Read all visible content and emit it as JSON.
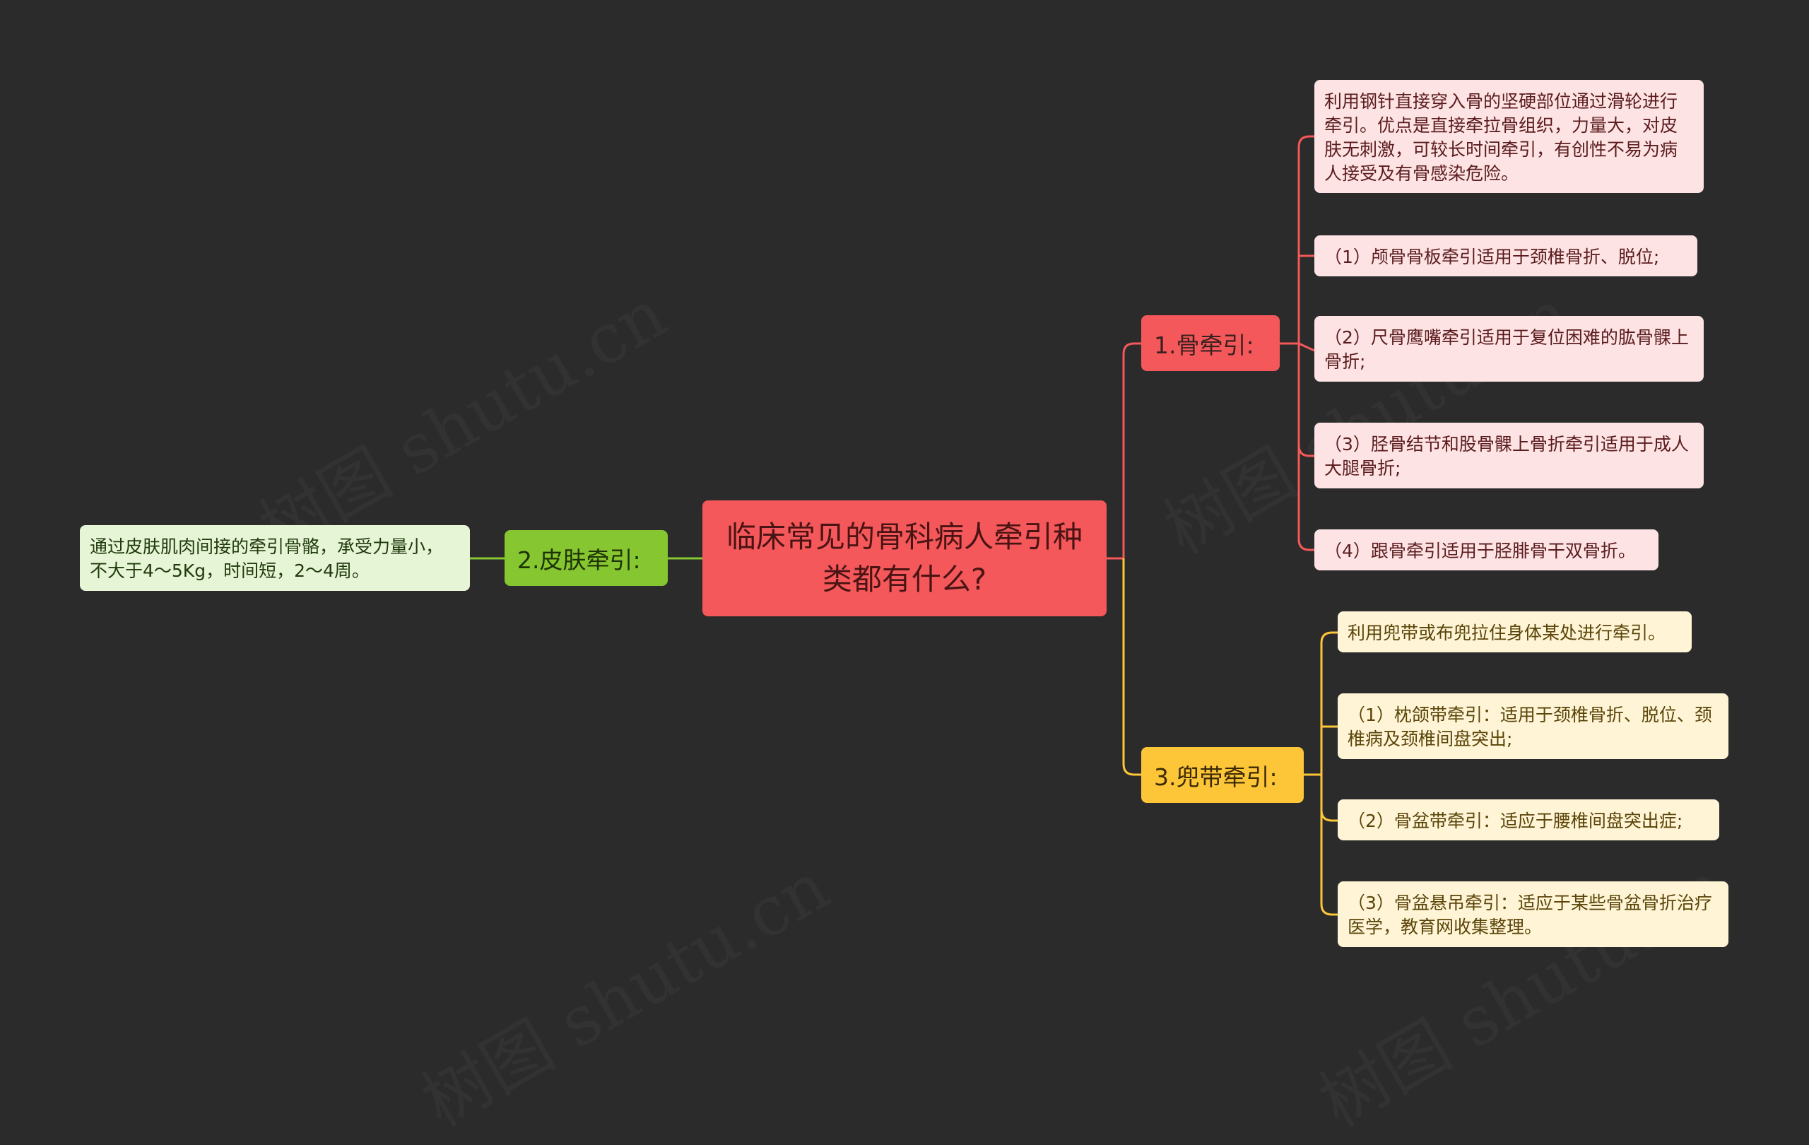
{
  "center": {
    "title": "临床常见的骨科病人牵引种类都有什么?"
  },
  "branches": {
    "bone": {
      "label": "1.骨牵引:",
      "items": [
        "利用钢针直接穿入骨的坚硬部位通过滑轮进行牵引。优点是直接牵拉骨组织，力量大，对皮肤无刺激，可较长时间牵引，有创性不易为病人接受及有骨感染危险。",
        "（1）颅骨骨板牵引适用于颈椎骨折、脱位;",
        "（2）尺骨鹰嘴牵引适用于复位困难的肱骨髁上骨折;",
        "（3）胫骨结节和股骨髁上骨折牵引适用于成人大腿骨折;",
        "（4）跟骨牵引适用于胫腓骨干双骨折。"
      ]
    },
    "skin": {
      "label": "2.皮肤牵引:",
      "items": [
        "通过皮肤肌肉间接的牵引骨骼，承受力量小，不大于4～5Kg，时间短，2～4周。"
      ]
    },
    "sling": {
      "label": "3.兜带牵引:",
      "items": [
        "利用兜带或布兜拉住身体某处进行牵引。",
        "（1）枕颌带牵引：适用于颈椎骨折、脱位、颈椎病及颈椎间盘突出;",
        "（2）骨盆带牵引：适应于腰椎间盘突出症;",
        "（3）骨盆悬吊牵引：适应于某些骨盆骨折治疗医学，教育网收集整理。"
      ]
    }
  },
  "colors": {
    "background": "#2b2b2b",
    "bone": "#f5585a",
    "skin": "#86c630",
    "sling": "#fdc639"
  }
}
